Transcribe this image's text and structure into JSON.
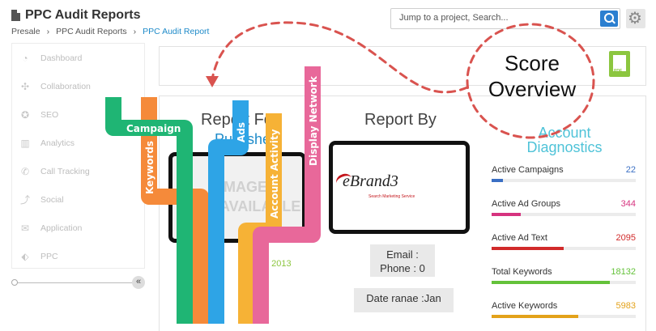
{
  "header": {
    "title": "PPC Audit Reports",
    "breadcrumbs": [
      "Presale",
      "PPC Audit Reports",
      "PPC Audit Report"
    ],
    "search_placeholder": "Jump to a project, Search...",
    "search_icon": "search-icon",
    "settings_icon": "gear-icon"
  },
  "sidebar": {
    "items": [
      {
        "label": "Dashboard",
        "icon": "pie-chart-icon"
      },
      {
        "label": "Collaboration",
        "icon": "network-icon"
      },
      {
        "label": "SEO",
        "icon": "badge-icon"
      },
      {
        "label": "Analytics",
        "icon": "bar-chart-icon"
      },
      {
        "label": "Call Tracking",
        "icon": "phone-icon"
      },
      {
        "label": "Social",
        "icon": "share-icon"
      },
      {
        "label": "Application",
        "icon": "envelope-icon"
      },
      {
        "label": "PPC",
        "icon": "tag-icon"
      }
    ],
    "collapse_glyph": "«"
  },
  "score_overview": {
    "line1": "Score",
    "line2": "Overview"
  },
  "report_for": {
    "heading": "Report For",
    "publisher": "Publisher",
    "image_placeholder": "IMAGE AVAILABLE",
    "date": "Jan 05, 2013"
  },
  "report_by": {
    "heading": "Report By",
    "brand": "eBrand3",
    "brand_tagline": "Search Marketing Service",
    "email": "Email :",
    "phone": "Phone : 0",
    "date_range": "Date ranae :Jan"
  },
  "account_diagnostics": {
    "title_line1": "Account",
    "title_line2": "Diagnostics",
    "metrics": [
      {
        "label": "Active Campaigns",
        "value": "22",
        "color": "#3a6fc4",
        "fill": 0.08
      },
      {
        "label": "Active Ad Groups",
        "value": "344",
        "color": "#d6337f",
        "fill": 0.2
      },
      {
        "label": "Active Ad Text",
        "value": "2095",
        "color": "#d12a2a",
        "fill": 0.5
      },
      {
        "label": "Total Keywords",
        "value": "18132",
        "color": "#64c23a",
        "fill": 0.82
      },
      {
        "label": "Active Keywords",
        "value": "5983",
        "color": "#e3a21a",
        "fill": 0.6
      }
    ]
  },
  "ribbons": {
    "campaign": {
      "label": "Campaign",
      "color": "#1fb574"
    },
    "keywords": {
      "label": "Keywords",
      "color": "#f58a3a"
    },
    "ads": {
      "label": "Ads",
      "color": "#2ea4e6"
    },
    "account_activity": {
      "label": "Account Activity",
      "color": "#f6b236"
    },
    "display_network": {
      "label": "Display Network",
      "color": "#e8689a"
    }
  },
  "colors": {
    "accent_blue": "#1f8bc9",
    "dashed_arrow": "#d9534f",
    "pdf_green": "#8cc63f"
  }
}
